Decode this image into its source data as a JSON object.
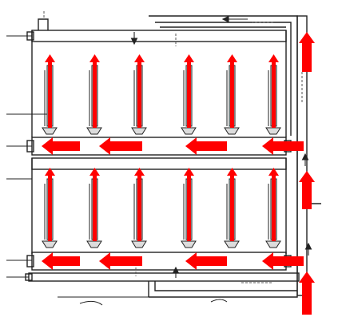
{
  "diagram": {
    "type": "flow-schematic",
    "background": "#ffffff",
    "line_color": "#222222",
    "accent_color": "#ff0000",
    "element_fill": "#dcdcdc",
    "dash_color": "#555555",
    "modules": [
      {
        "id": "upper",
        "stand_count": 6,
        "return_arrow_count": 4
      },
      {
        "id": "lower",
        "stand_count": 6,
        "return_arrow_count": 4
      }
    ],
    "riser_arrow_count": 3
  }
}
